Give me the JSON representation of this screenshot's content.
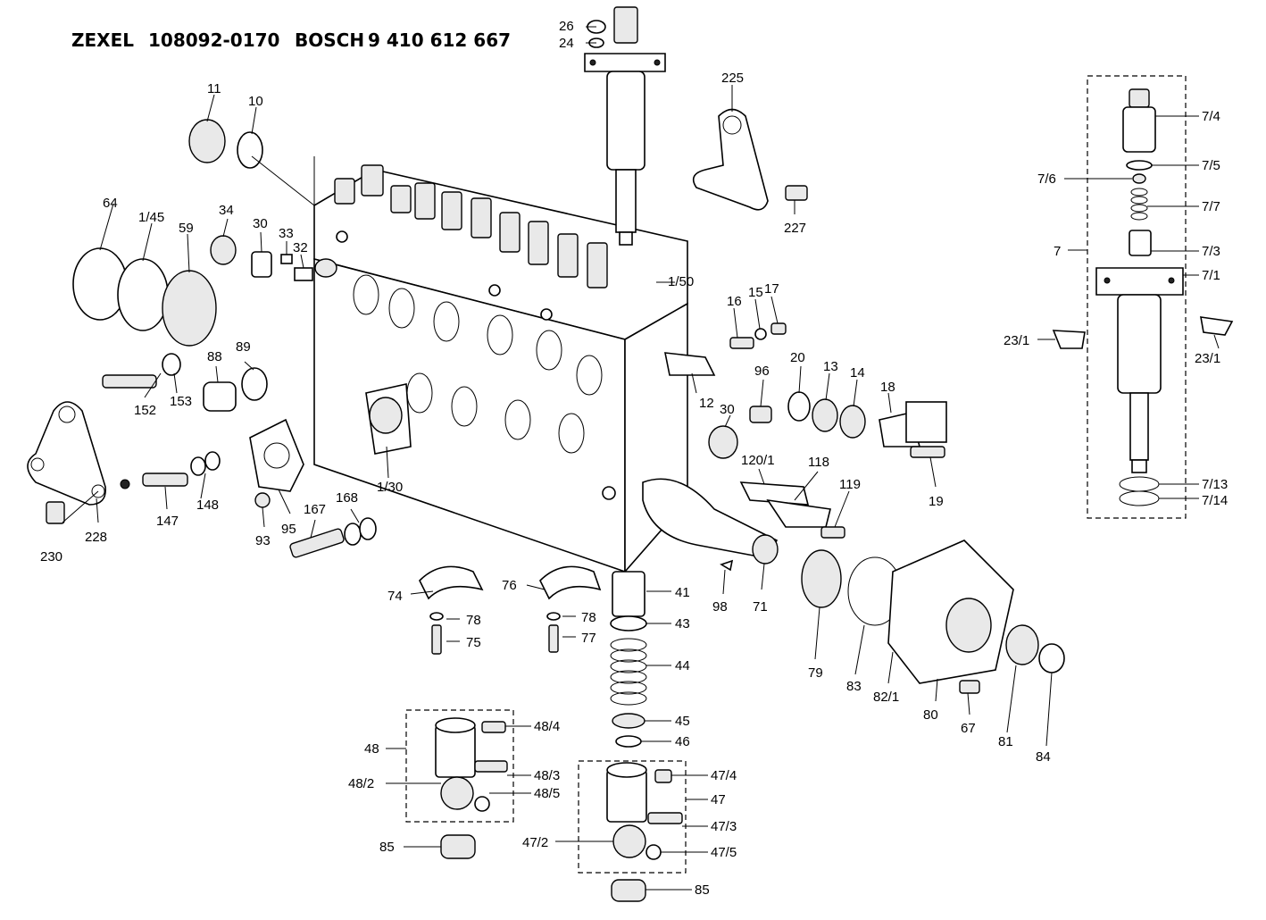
{
  "title": {
    "maker1": "ZEXEL",
    "part1": "108092-0170",
    "maker2": "BOSCH",
    "part2": "9 410 612 667"
  },
  "labels": {
    "l11": "11",
    "l10": "10",
    "l64": "64",
    "l145": "1/45",
    "l59": "59",
    "l34": "34",
    "l30a": "30",
    "l33": "33",
    "l32": "32",
    "l26": "26",
    "l24": "24",
    "l225": "225",
    "l227": "227",
    "l150": "1/50",
    "l152": "152",
    "l153": "153",
    "l88": "88",
    "l89": "89",
    "l16": "16",
    "l15": "15",
    "l17": "17",
    "l12": "12",
    "l96": "96",
    "l20": "20",
    "l13": "13",
    "l14": "14",
    "l18": "18",
    "l19": "19",
    "l30b": "30",
    "l1201": "120/1",
    "l118": "118",
    "l119": "119",
    "l230": "230",
    "l228": "228",
    "l147": "147",
    "l148": "148",
    "l95": "95",
    "l93": "93",
    "l130": "1/30",
    "l167": "167",
    "l168": "168",
    "l74": "74",
    "l78a": "78",
    "l75": "75",
    "l76": "76",
    "l78b": "78",
    "l77": "77",
    "l41": "41",
    "l43": "43",
    "l44": "44",
    "l45": "45",
    "l46": "46",
    "l98": "98",
    "l71": "71",
    "l79": "79",
    "l83": "83",
    "l821": "82/1",
    "l80": "80",
    "l67": "67",
    "l81": "81",
    "l84": "84",
    "l48": "48",
    "l484": "48/4",
    "l483": "48/3",
    "l482": "48/2",
    "l485": "48/5",
    "l85a": "85",
    "l474": "47/4",
    "l47": "47",
    "l473": "47/3",
    "l472": "47/2",
    "l475": "47/5",
    "l85b": "85",
    "l7": "7",
    "l74b": "7/4",
    "l75b": "7/5",
    "l76b": "7/6",
    "l77b": "7/7",
    "l73": "7/3",
    "l71b": "7/1",
    "l231a": "23/1",
    "l231b": "23/1",
    "l713": "7/13",
    "l714": "7/14"
  }
}
